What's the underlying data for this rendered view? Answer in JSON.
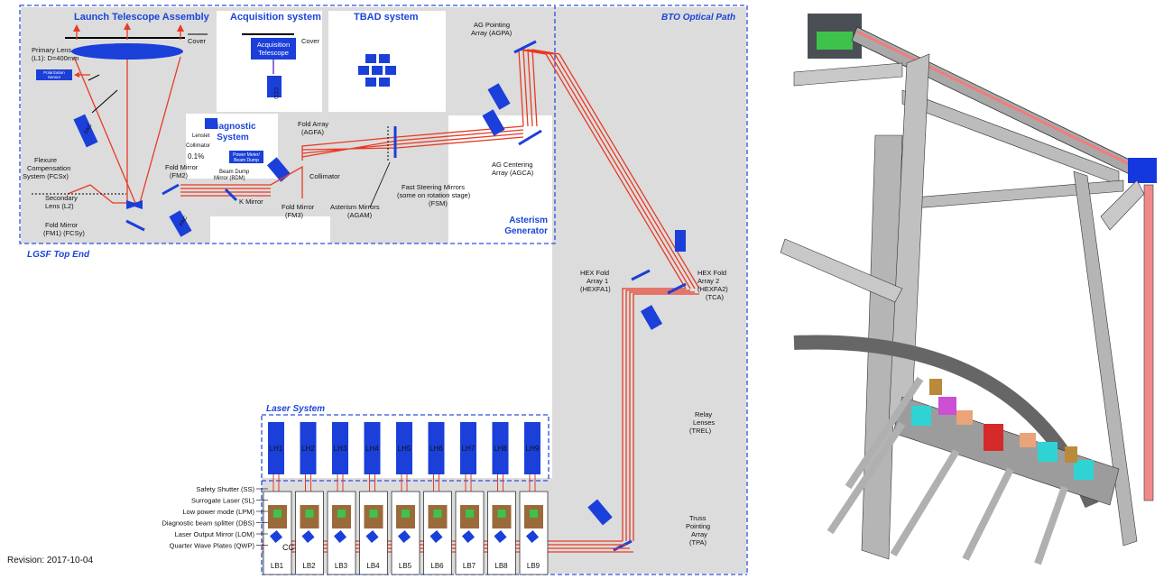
{
  "revision": "Revision: 2017-10-04",
  "regions": {
    "launch": "Launch Telescope Assembly",
    "acq": "Acquisition system",
    "tbad": "TBAD system",
    "bto": "BTO Optical Path",
    "top_end": "LGSF Top End",
    "diag": [
      "Diagnostic",
      "System"
    ],
    "ast": [
      "Asterism",
      "Generator"
    ],
    "laser": "Laser System"
  },
  "labels": {
    "cover": "Cover",
    "cover2": "Cover",
    "primary": [
      "Primary Lens",
      "(L1): D=400mm"
    ],
    "polsensor": [
      "Polarization",
      "Sensor"
    ],
    "acq_tel": [
      "Acquisition",
      "Telescope"
    ],
    "ccd": "CCD",
    "pac": "PAC",
    "fcs": [
      "Flexure",
      "Compensation",
      "System (FCSx)"
    ],
    "secondary": [
      "Secondary",
      "Lens (L2)"
    ],
    "fm1": [
      "Fold Mirror",
      "(FM1) (FCSy)"
    ],
    "fm2": [
      "Fold Mirror",
      "(FM2)"
    ],
    "lenslet": "Lenslet",
    "collimator_a": "Collimator",
    "pct": "0.1%",
    "power": [
      "Power Meter/",
      "Beam Dump"
    ],
    "bdm": [
      "Beam Dump",
      "Mirror (BDM)"
    ],
    "kmirror": "K Mirror",
    "collimator_b": "Collimator",
    "fm3": [
      "Fold Mirror",
      "(FM3)"
    ],
    "agfa": [
      "Fold Array",
      "(AGFA)"
    ],
    "agam": [
      "Asterism Mirrors",
      "(AGAM)"
    ],
    "fsm": [
      "Fast Steering Mirrors",
      "(some on rotation stage)",
      "(FSM)"
    ],
    "agpa": [
      "AG Pointing",
      "Array (AGPA)"
    ],
    "agca": [
      "AG Centering",
      "Array (AGCA)"
    ],
    "hexfa1": [
      "HEX Fold",
      "Array 1",
      "(HEXFA1)"
    ],
    "hexfa2": [
      "HEX Fold",
      "Array 2",
      "(HEXFA2)",
      "(TCA)"
    ],
    "trel": [
      "Relay",
      "Lenses",
      "(TREL)"
    ],
    "tpa": [
      "Truss",
      "Pointing",
      "Array",
      "(TPA)"
    ],
    "cc": "CC"
  },
  "laser_components": [
    "Safety Shutter (SS)",
    "Surrogate Laser (SL)",
    "Low power mode (LPM)",
    "Diagnostic beam splitter (DBS)",
    "Laser Output Mirror (LOM)",
    "Quarter Wave Plates (QWP)"
  ],
  "laser_heads": [
    "LH1",
    "LH2",
    "LH3",
    "LH4",
    "LH5",
    "LH6",
    "LH7",
    "LH8",
    "LH9"
  ],
  "laser_benches": [
    "LB1",
    "LB2",
    "LB3",
    "LB4",
    "LB5",
    "LB6",
    "LB7",
    "LB8",
    "LB9"
  ],
  "colors": {
    "beam": "#e83a24",
    "component": "#1b3fd9",
    "region": "#dcdcdc",
    "accent_text": "#1b45d8"
  }
}
